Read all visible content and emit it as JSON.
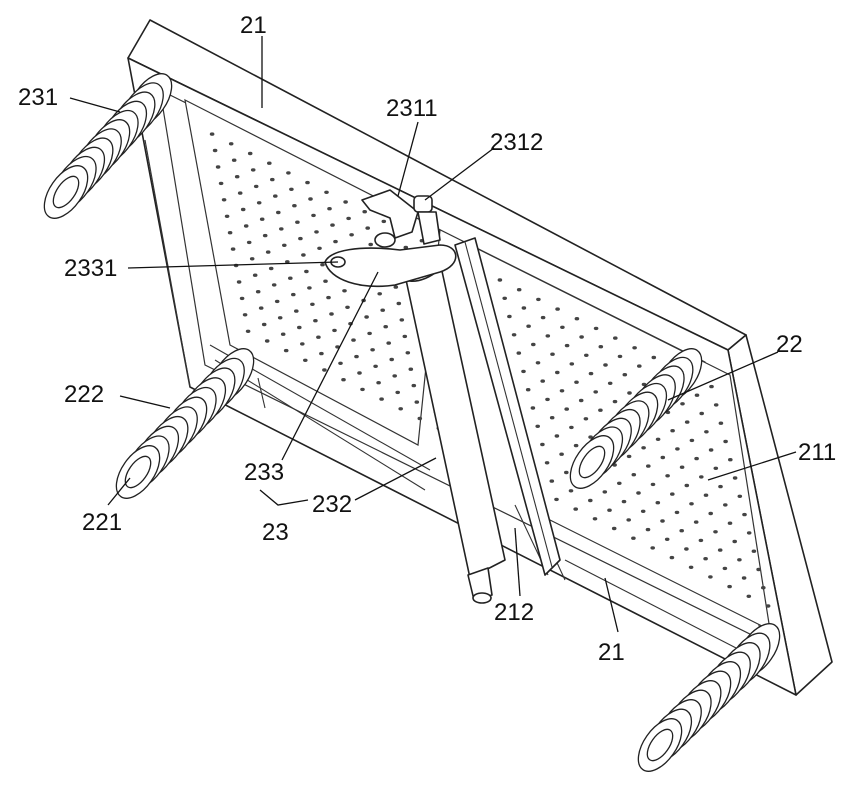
{
  "labels": {
    "l21_top": "21",
    "l231": "231",
    "l2311": "2311",
    "l2312": "2312",
    "l2331": "2331",
    "l22": "22",
    "l222": "222",
    "l211": "211",
    "l233": "233",
    "l232": "232",
    "l23": "23",
    "l221": "221",
    "l212": "212",
    "l21_bottom": "21"
  },
  "colors": {
    "line": "#222222",
    "background": "#ffffff",
    "perforation": "#444444"
  }
}
